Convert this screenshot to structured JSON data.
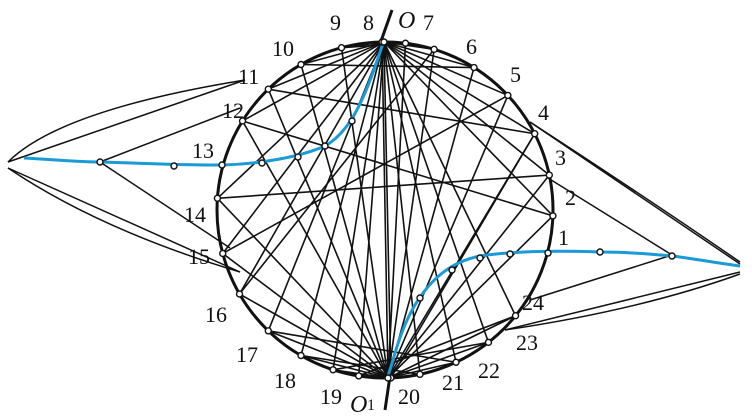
{
  "figure": {
    "circle_points": [
      {
        "label": "1"
      },
      {
        "label": "2"
      },
      {
        "label": "3"
      },
      {
        "label": "4"
      },
      {
        "label": "5"
      },
      {
        "label": "6"
      },
      {
        "label": "7"
      },
      {
        "label": "8"
      },
      {
        "label": "9"
      },
      {
        "label": "10"
      },
      {
        "label": "11"
      },
      {
        "label": "12"
      },
      {
        "label": "13"
      },
      {
        "label": "14"
      },
      {
        "label": "15"
      },
      {
        "label": "16"
      },
      {
        "label": "17"
      },
      {
        "label": "18"
      },
      {
        "label": "19"
      },
      {
        "label": "20"
      },
      {
        "label": "21"
      },
      {
        "label": "22"
      },
      {
        "label": "23"
      },
      {
        "label": "24"
      }
    ],
    "top_pole_label": "O",
    "bottom_pole_label": "O",
    "bottom_pole_prime": "1",
    "colors": {
      "lines": "#111111",
      "curve": "#1a9ad6",
      "point_fill": "#ffffff"
    }
  }
}
